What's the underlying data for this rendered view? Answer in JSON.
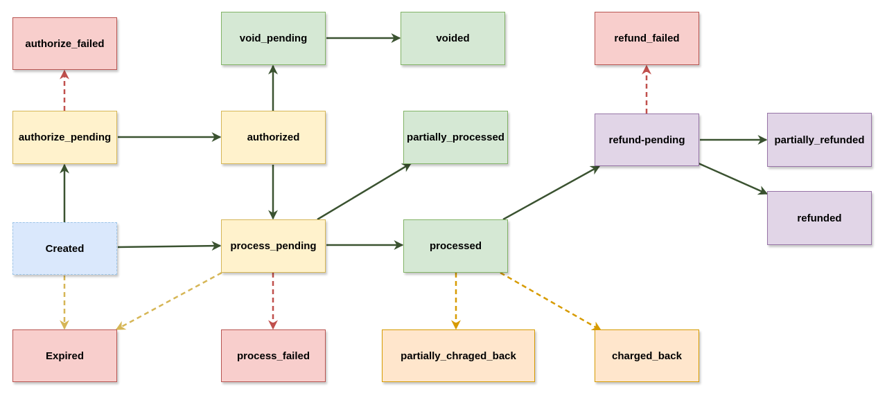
{
  "colors": {
    "edge_solid": "#3a5230",
    "edge_failed": "#c0504d",
    "edge_expired": "#d6b656",
    "edge_chargeback": "#d79b00"
  },
  "nodes": {
    "authorize_failed": "authorize_failed",
    "authorize_pending": "authorize_pending",
    "created": "Created",
    "expired": "Expired",
    "void_pending": "void_pending",
    "authorized": "authorized",
    "process_pending": "process_pending",
    "process_failed": "process_failed",
    "voided": "voided",
    "partially_processed": "partially_processed",
    "processed": "processed",
    "partially_chraged_back": "partially_chraged_back",
    "refund_failed": "refund_failed",
    "refund_pending": "refund-pending",
    "charged_back": "charged_back",
    "partially_refunded": "partially_refunded",
    "refunded": "refunded"
  },
  "edges": [
    {
      "from": "created",
      "to": "authorize_pending",
      "style": "solid"
    },
    {
      "from": "created",
      "to": "process_pending",
      "style": "solid"
    },
    {
      "from": "created",
      "to": "expired",
      "style": "expired"
    },
    {
      "from": "authorize_pending",
      "to": "authorize_failed",
      "style": "failed"
    },
    {
      "from": "authorize_pending",
      "to": "authorized",
      "style": "solid"
    },
    {
      "from": "authorized",
      "to": "void_pending",
      "style": "solid"
    },
    {
      "from": "void_pending",
      "to": "voided",
      "style": "solid"
    },
    {
      "from": "authorized",
      "to": "process_pending",
      "style": "solid"
    },
    {
      "from": "process_pending",
      "to": "partially_processed",
      "style": "solid"
    },
    {
      "from": "process_pending",
      "to": "processed",
      "style": "solid"
    },
    {
      "from": "process_pending",
      "to": "process_failed",
      "style": "failed"
    },
    {
      "from": "process_pending",
      "to": "expired",
      "style": "expired"
    },
    {
      "from": "processed",
      "to": "refund_pending",
      "style": "solid"
    },
    {
      "from": "processed",
      "to": "partially_chraged_back",
      "style": "chargeback"
    },
    {
      "from": "processed",
      "to": "charged_back",
      "style": "chargeback"
    },
    {
      "from": "refund_pending",
      "to": "refund_failed",
      "style": "failed"
    },
    {
      "from": "refund_pending",
      "to": "partially_refunded",
      "style": "solid"
    },
    {
      "from": "refund_pending",
      "to": "refunded",
      "style": "solid"
    }
  ]
}
